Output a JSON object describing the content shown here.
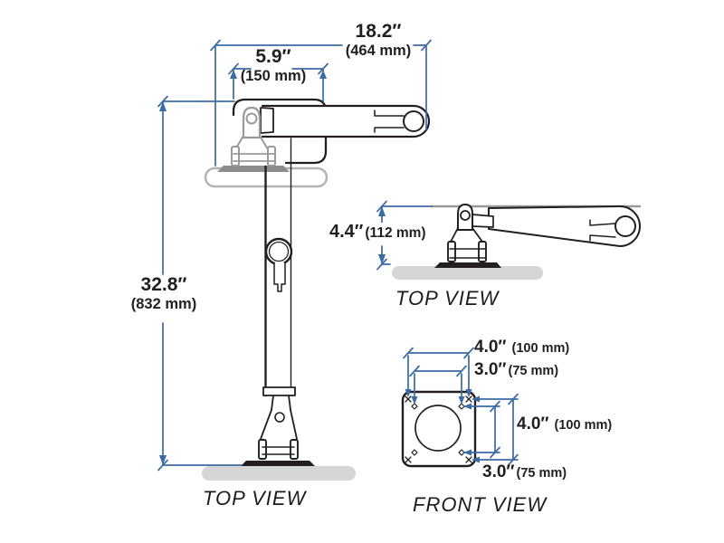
{
  "title": "Monitor arm dimensional drawing",
  "colors": {
    "dimension_line": "#3a6ba3",
    "drawing_line": "#231f20",
    "gray_detail": "#9a9a9a",
    "base_pad": "#d6d6d6",
    "text": "#231f20"
  },
  "views": {
    "main_top": {
      "label": "TOP VIEW"
    },
    "side_top": {
      "label": "TOP VIEW"
    },
    "front": {
      "label": "FRONT VIEW"
    }
  },
  "dimensions": {
    "overall_reach": {
      "inches": "18.2″",
      "mm": "(464 mm)"
    },
    "arm_width": {
      "inches": "5.9″",
      "mm": "(150 mm)"
    },
    "overall_height": {
      "inches": "32.8″",
      "mm": "(832 mm)"
    },
    "lowered_height": {
      "inches": "4.4″",
      "mm": "(112 mm)"
    },
    "vesa_top_100": {
      "inches": "4.0″",
      "mm": "(100 mm)"
    },
    "vesa_top_75": {
      "inches": "3.0″",
      "mm": "(75 mm)"
    },
    "vesa_side_100": {
      "inches": "4.0″",
      "mm": "(100 mm)"
    },
    "vesa_bottom_75": {
      "inches": "3.0″",
      "mm": "(75 mm)"
    }
  }
}
